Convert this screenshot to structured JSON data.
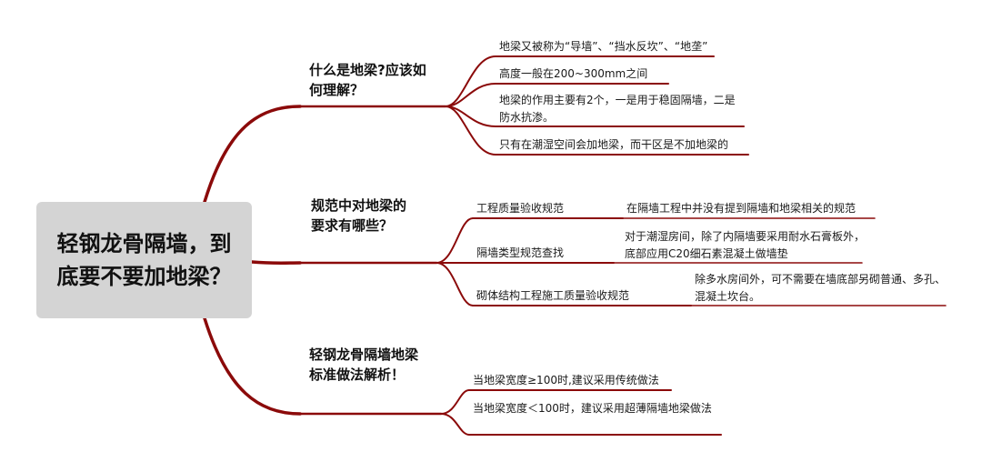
{
  "root": {
    "title": "轻钢龙骨隔墙，到底要不要加地梁？"
  },
  "branches": [
    {
      "label": "什么是地梁?应该如何理解？",
      "items": [
        {
          "text": "地梁又被称为“导墙”、“挡水反坎”、“地垄”"
        },
        {
          "text": "高度一般在200~300mm之间"
        },
        {
          "text": "地梁的作用主要有2个，一是用于稳固隔墙，二是防水抗渗。"
        },
        {
          "text": "只有在潮湿空间会加地梁，而干区是不加地梁的"
        }
      ]
    },
    {
      "label": "规范中对地梁的要求有哪些？",
      "items": [
        {
          "text": "工程质量验收规范",
          "detail": "在隔墙工程中并没有提到隔墙和地梁相关的规范"
        },
        {
          "text": "隔墙类型规范查找",
          "detail": "对于潮湿房间，除了内隔墙要采用耐水石膏板外，底部应用C20细石素混凝土做墙垫"
        },
        {
          "text": "砌体结构工程施工质量验收规范",
          "detail": "除多水房间外，可不需要在墙底部另砌普通、多孔、混凝土坎台。"
        }
      ]
    },
    {
      "label": "轻钢龙骨隔墙地梁标准做法解析！",
      "items": [
        {
          "text": "当地梁宽度≥100时,建议采用传统做法"
        },
        {
          "text": "当地梁宽度＜100时，建议采用超薄隔墙地梁做法"
        }
      ]
    }
  ],
  "colors": {
    "line": "#8b0a0a",
    "root_bg": "#d4d4d4"
  }
}
